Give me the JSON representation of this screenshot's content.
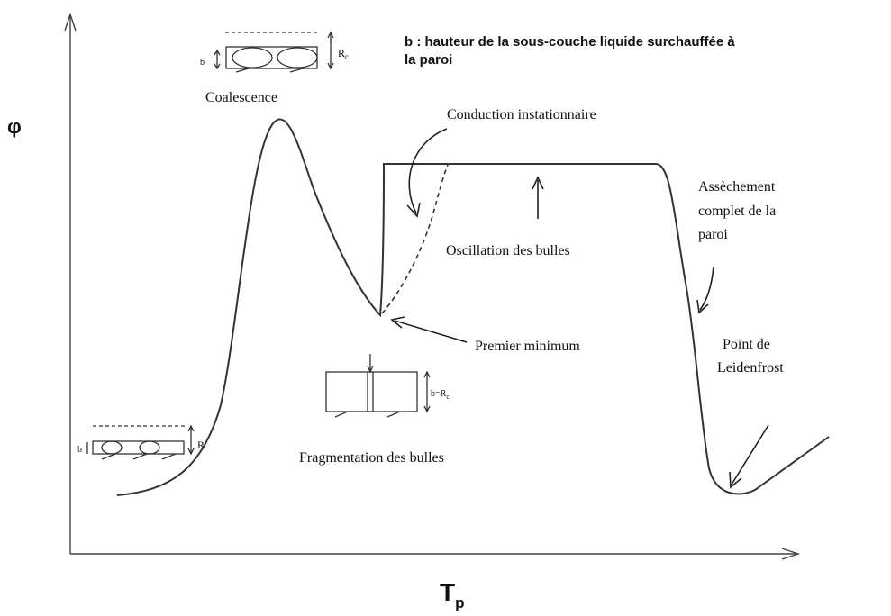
{
  "legend_note": {
    "line1": "b : hauteur de la sous-couche liquide surchauffée à",
    "line2": "la paroi"
  },
  "axes": {
    "y_symbol": "φ",
    "x_symbol": "T",
    "x_subscript": "p"
  },
  "labels": {
    "coalescence": "Coalescence",
    "conduction": "Conduction instationnaire",
    "oscillation": "Oscillation des bulles",
    "assechement_1": "Assèchement",
    "assechement_2": "complet de la",
    "assechement_3": "paroi",
    "premier_minimum": "Premier minimum",
    "leidenfrost_1": "Point de",
    "leidenfrost_2": "Leidenfrost",
    "fragmentation": "Fragmentation des bulles"
  },
  "insets": {
    "coalescence_b": "b",
    "coalescence_R": "R",
    "coalescence_R_sub": "c",
    "fragmentation_b": "b=R",
    "fragmentation_b_sub": "c",
    "low_b": "b",
    "low_R": "R"
  }
}
